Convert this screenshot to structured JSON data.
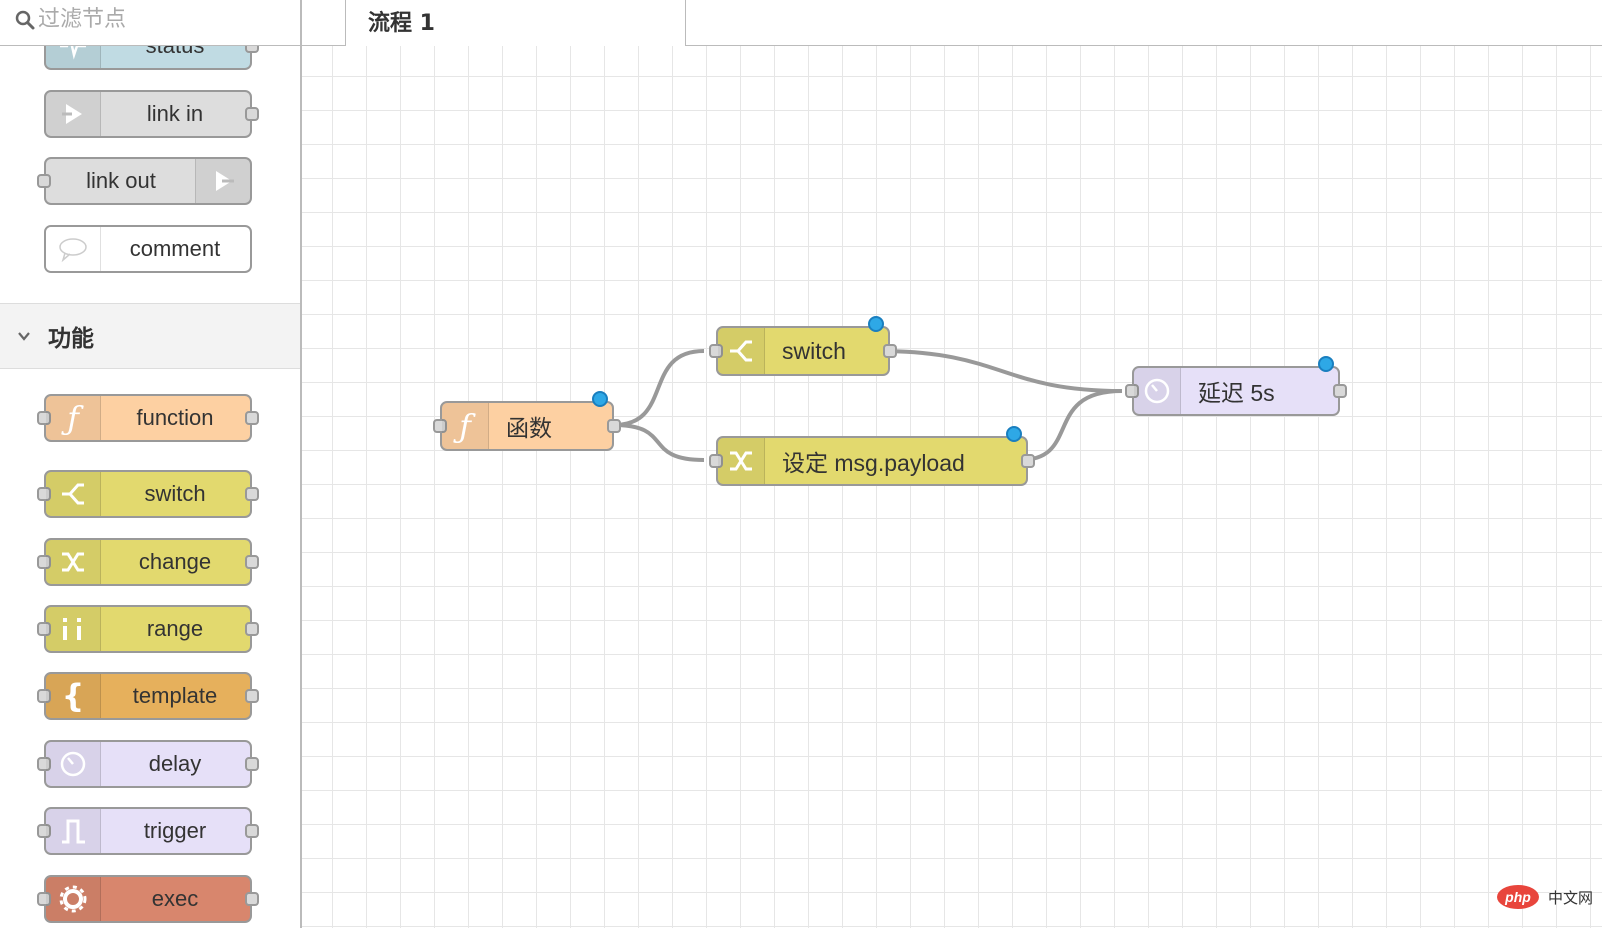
{
  "filter": {
    "placeholder": "过滤节点",
    "icon": "search-icon"
  },
  "colors": {
    "status": "#c0dbe3",
    "link": "#dddddd",
    "comment": "#ffffff",
    "function": "#fdd0a2",
    "switch": "#e2d96e",
    "change": "#e2d96e",
    "range": "#e2d96e",
    "template": "#e6b05c",
    "delay": "#e6e0f8",
    "trigger": "#e6e0f8",
    "exec": "#d8866d",
    "changed_indicator": "#2ea8e6"
  },
  "palette": {
    "common_nodes": [
      {
        "label": "status",
        "icon": "pulse-icon"
      },
      {
        "label": "link in",
        "icon": "link-in-icon"
      },
      {
        "label": "link out",
        "icon": "link-out-icon"
      },
      {
        "label": "comment",
        "icon": "speech-bubble-icon"
      }
    ],
    "category": {
      "label": "功能",
      "expanded": true
    },
    "function_nodes": [
      {
        "label": "function",
        "icon": "function-icon"
      },
      {
        "label": "switch",
        "icon": "switch-icon"
      },
      {
        "label": "change",
        "icon": "shuffle-icon"
      },
      {
        "label": "range",
        "icon": "range-icon"
      },
      {
        "label": "template",
        "icon": "brace-icon"
      },
      {
        "label": "delay",
        "icon": "timer-icon"
      },
      {
        "label": "trigger",
        "icon": "trigger-icon"
      },
      {
        "label": "exec",
        "icon": "cog-icon"
      }
    ]
  },
  "tabs": [
    {
      "label": "流程 1",
      "active": true
    }
  ],
  "flow": {
    "nodes": [
      {
        "id": "fn",
        "label": "函数",
        "type": "function",
        "icon": "function-icon",
        "changed": true
      },
      {
        "id": "sw",
        "label": "switch",
        "type": "switch",
        "icon": "switch-icon",
        "changed": true
      },
      {
        "id": "ch",
        "label": "设定 msg.payload",
        "type": "change",
        "icon": "shuffle-icon",
        "changed": true
      },
      {
        "id": "dl",
        "label": "延迟 5s",
        "type": "delay",
        "icon": "timer-icon",
        "changed": true
      }
    ],
    "wires": [
      {
        "from": "fn",
        "to": "sw"
      },
      {
        "from": "fn",
        "to": "ch"
      },
      {
        "from": "sw",
        "to": "dl"
      },
      {
        "from": "ch",
        "to": "dl"
      }
    ]
  },
  "watermark": {
    "logo": "php",
    "text": "中文网"
  }
}
